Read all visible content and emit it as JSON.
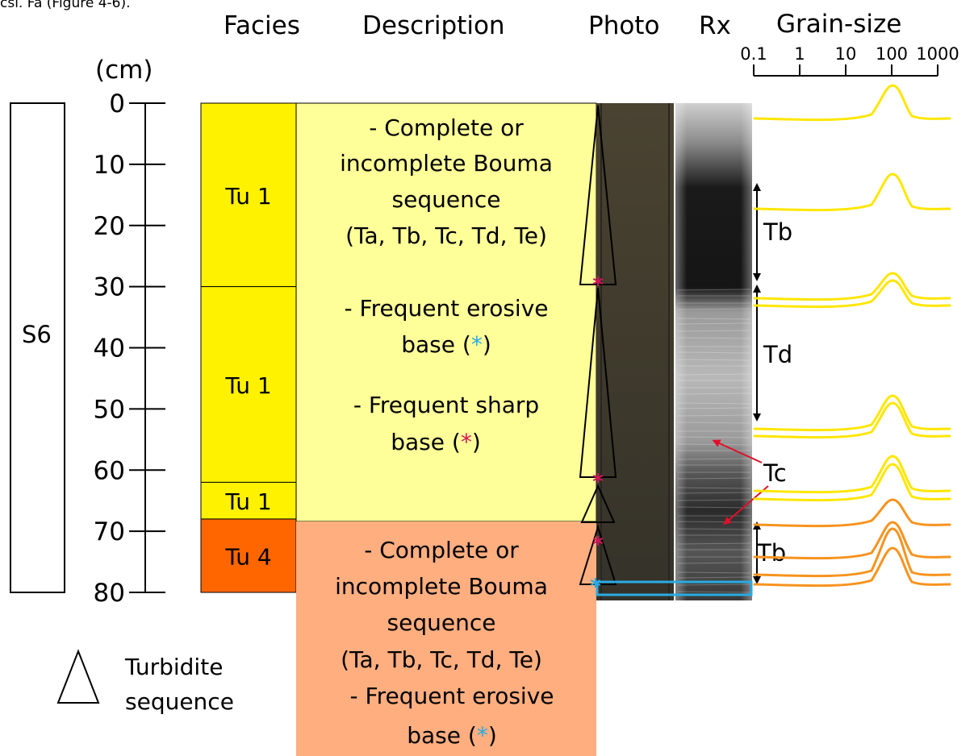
{
  "caption_fragment": "csl. Fa (Figure 4-6).",
  "headers": {
    "facies": "Facies",
    "description": "Description",
    "photo": "Photo",
    "rx": "Rx",
    "grain_size": "Grain-size"
  },
  "grain_size_scale": {
    "ticks": [
      "0.1",
      "1",
      "10",
      "100",
      "1000"
    ],
    "scale": "log"
  },
  "depth_scale": {
    "unit": "(cm)",
    "ticks": [
      "0",
      "10",
      "20",
      "30",
      "40",
      "50",
      "60",
      "70",
      "80"
    ]
  },
  "sequence_label": "S6",
  "facies": [
    {
      "label": "Tu 1",
      "top_cm": 0,
      "base_cm": 30,
      "color": "#FFF200"
    },
    {
      "label": "Tu 1",
      "top_cm": 30,
      "base_cm": 62,
      "color": "#FFF200"
    },
    {
      "label": "Tu 1",
      "top_cm": 62,
      "base_cm": 68,
      "color": "#FFF200"
    },
    {
      "label": "Tu 4",
      "top_cm": 68,
      "base_cm": 80,
      "color": "#FF6600"
    }
  ],
  "description": {
    "upper": {
      "color": "#FFFF99",
      "lines": [
        "- Complete or",
        "incomplete Bouma",
        "sequence",
        "(Ta, Tb, Tc, Td, Te)",
        "- Frequent erosive",
        "base (",
        "*",
        ")",
        "- Frequent sharp",
        "base (",
        "*",
        ")"
      ]
    },
    "lower": {
      "color": "#FFAE7F",
      "lines": [
        "- Complete or",
        "incomplete Bouma",
        "sequence",
        "(Ta, Tb, Tc, Td, Te)",
        "- Frequent erosive",
        "base (",
        "*",
        ")"
      ]
    }
  },
  "rx_intervals": [
    "Tb",
    "Td",
    "Tc",
    "Tb"
  ],
  "legend": {
    "symbol": "triangle",
    "line1": "Turbidite",
    "line2": "sequence"
  },
  "colors": {
    "erosive_base_marker": "#29ABE2",
    "sharp_base_marker": "#D4145A",
    "grain_curve_upper": "#FFE600",
    "grain_curve_lower": "#F7931E",
    "tc_arrow": "#E0102A",
    "caption_figure_ref": "#29ABE2"
  }
}
